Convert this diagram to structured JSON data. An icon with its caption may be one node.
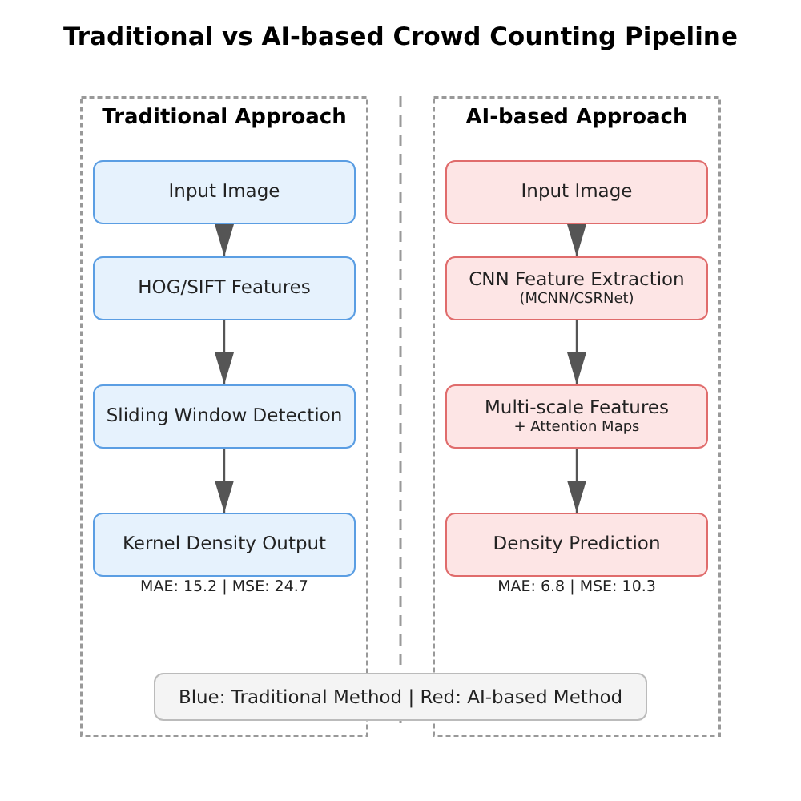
{
  "diagram": {
    "title": "Traditional vs AI-based Crowd Counting Pipeline",
    "nodes": [
      {
        "text": [
          "Traditional Approach"
        ]
      },
      {
        "text": [
          "Input Image"
        ],
        "in": 0
      },
      {
        "text": [
          "HOG/SIFT Features"
        ],
        "in": 0
      },
      {
        "text": [
          "Sliding Window Detection"
        ],
        "in": 0
      },
      {
        "text": [
          "Kernel Density Output"
        ],
        "in": 0,
        "beside": [
          "MAE: 15.2 | MSE: 24.7"
        ]
      },
      {
        "text": [
          "AI-based Approach"
        ]
      },
      {
        "text": [
          "Input Image"
        ],
        "in": 5
      },
      {
        "text": [
          "CNN Feature Extraction",
          "(MCNN/CSRNet)"
        ],
        "in": 5
      },
      {
        "text": [
          "Multi-scale Features",
          "+ Attention Maps"
        ],
        "in": 5
      },
      {
        "text": [
          "Density Prediction"
        ],
        "in": 5,
        "beside": [
          "MAE: 6.8 | MSE: 10.3"
        ]
      },
      {
        "text": [
          "Blue: Traditional Method | Red: AI-based Method"
        ]
      }
    ],
    "edges": [
      {
        "from": 1,
        "to": 2,
        "arrow": "to"
      },
      {
        "from": 2,
        "to": 3,
        "arrow": "to"
      },
      {
        "from": 3,
        "to": 4,
        "arrow": "to"
      },
      {
        "from": 6,
        "to": 7,
        "arrow": "to"
      },
      {
        "from": 7,
        "to": 8,
        "arrow": "to"
      },
      {
        "from": 8,
        "to": 9,
        "arrow": "to"
      }
    ]
  }
}
